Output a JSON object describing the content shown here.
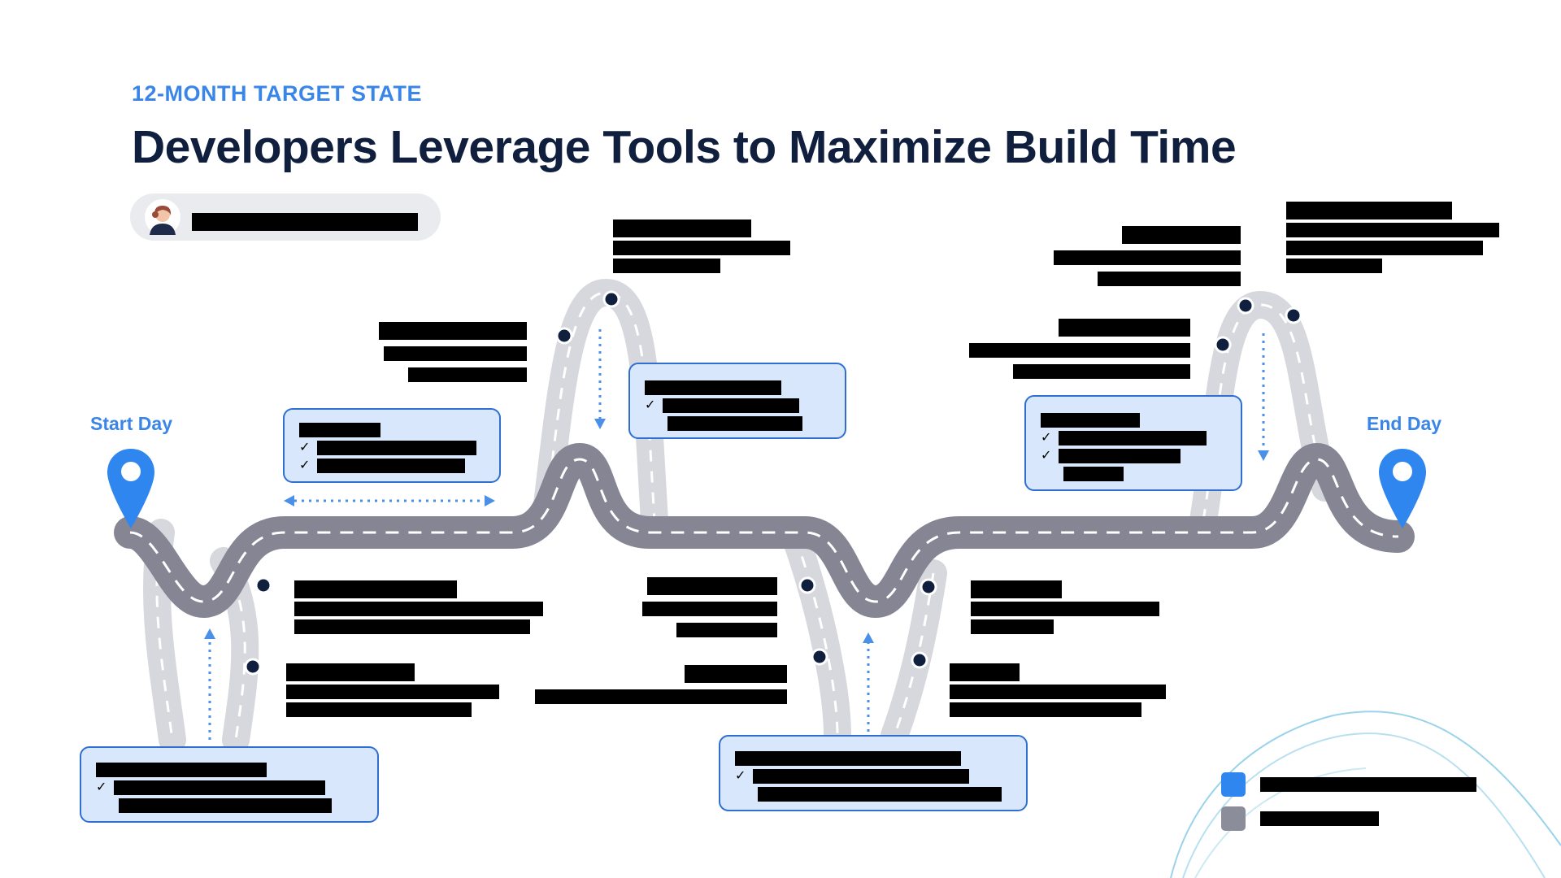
{
  "header": {
    "eyebrow": "12-MONTH TARGET STATE",
    "title": "Developers Leverage Tools to Maximize Build Time"
  },
  "journey": {
    "start_label": "Start Day",
    "end_label": "End Day"
  },
  "legend": {
    "items": [
      {
        "color": "#2f86ee"
      },
      {
        "color": "#8c8d9b"
      }
    ]
  },
  "colors": {
    "accent": "#3a86e8",
    "road_gray": "#858594",
    "road_highlight": "#2f86ee",
    "side_road": "#d7d8dd",
    "callout_fill": "#d8e7fb",
    "callout_border": "#2f6fd0",
    "title": "#0f1f3d"
  },
  "icons": {
    "start_pin": "map-pin-icon",
    "end_pin": "map-pin-icon",
    "checkmark": "check-icon",
    "avatar": "person-avatar-icon"
  }
}
